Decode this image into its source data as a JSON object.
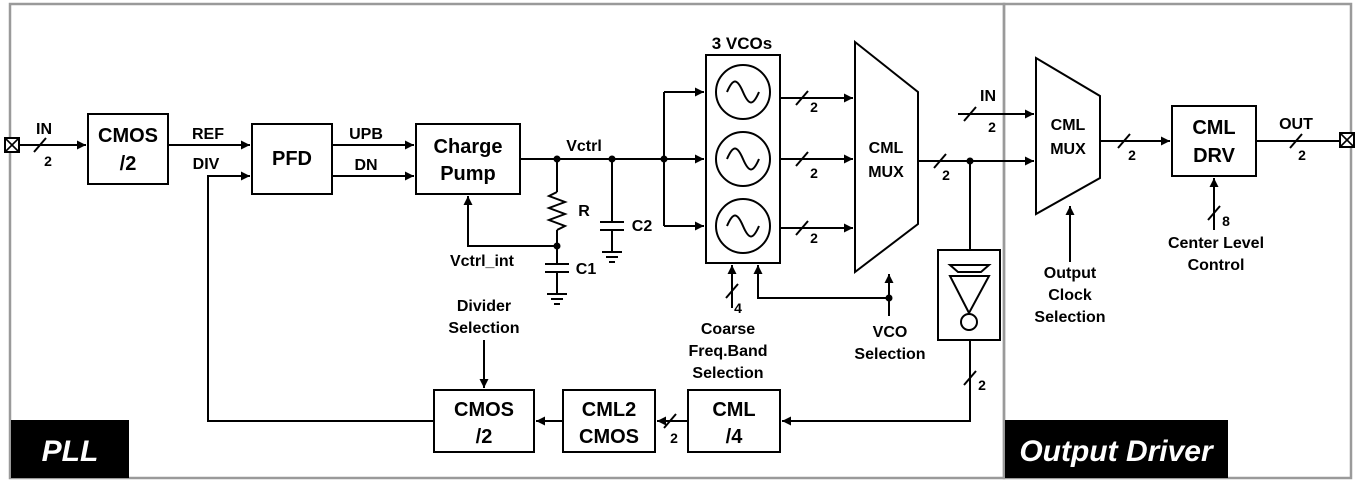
{
  "colors": {
    "frame": "#9a9a9a",
    "tag_bg": "#000000",
    "tag_text": "#ffffff",
    "line": "#000000"
  },
  "sections": {
    "pll": "PLL",
    "output_driver": "Output Driver"
  },
  "blocks": {
    "cmos_div_in": [
      "CMOS",
      "/2"
    ],
    "pfd": "PFD",
    "charge_pump": [
      "Charge",
      "Pump"
    ],
    "vco_bank_title": "3 VCOs",
    "cml_mux_pll": [
      "CML",
      "MUX"
    ],
    "cmos_div_fb": [
      "CMOS",
      "/2"
    ],
    "cml2cmos": [
      "CML2",
      "CMOS"
    ],
    "cml_div4": [
      "CML",
      "/4"
    ],
    "cml_mux_out": [
      "CML",
      "MUX"
    ],
    "cml_drv": [
      "CML",
      "DRV"
    ]
  },
  "signals": {
    "in": "IN",
    "ref": "REF",
    "div": "DIV",
    "upb": "UPB",
    "dn": "DN",
    "vctrl": "Vctrl",
    "vctrl_int": "Vctrl_int",
    "r": "R",
    "c1": "C1",
    "c2": "C2",
    "in_out": "IN",
    "out": "OUT"
  },
  "bus_widths": {
    "two": "2",
    "four": "4",
    "eight": "8"
  },
  "controls": {
    "divider_selection": [
      "Divider",
      "Selection"
    ],
    "coarse_band": [
      "Coarse",
      "Freq.Band",
      "Selection"
    ],
    "vco_selection": [
      "VCO",
      "Selection"
    ],
    "output_clock_selection": [
      "Output",
      "Clock",
      "Selection"
    ],
    "center_level_control": [
      "Center Level",
      "Control"
    ]
  }
}
